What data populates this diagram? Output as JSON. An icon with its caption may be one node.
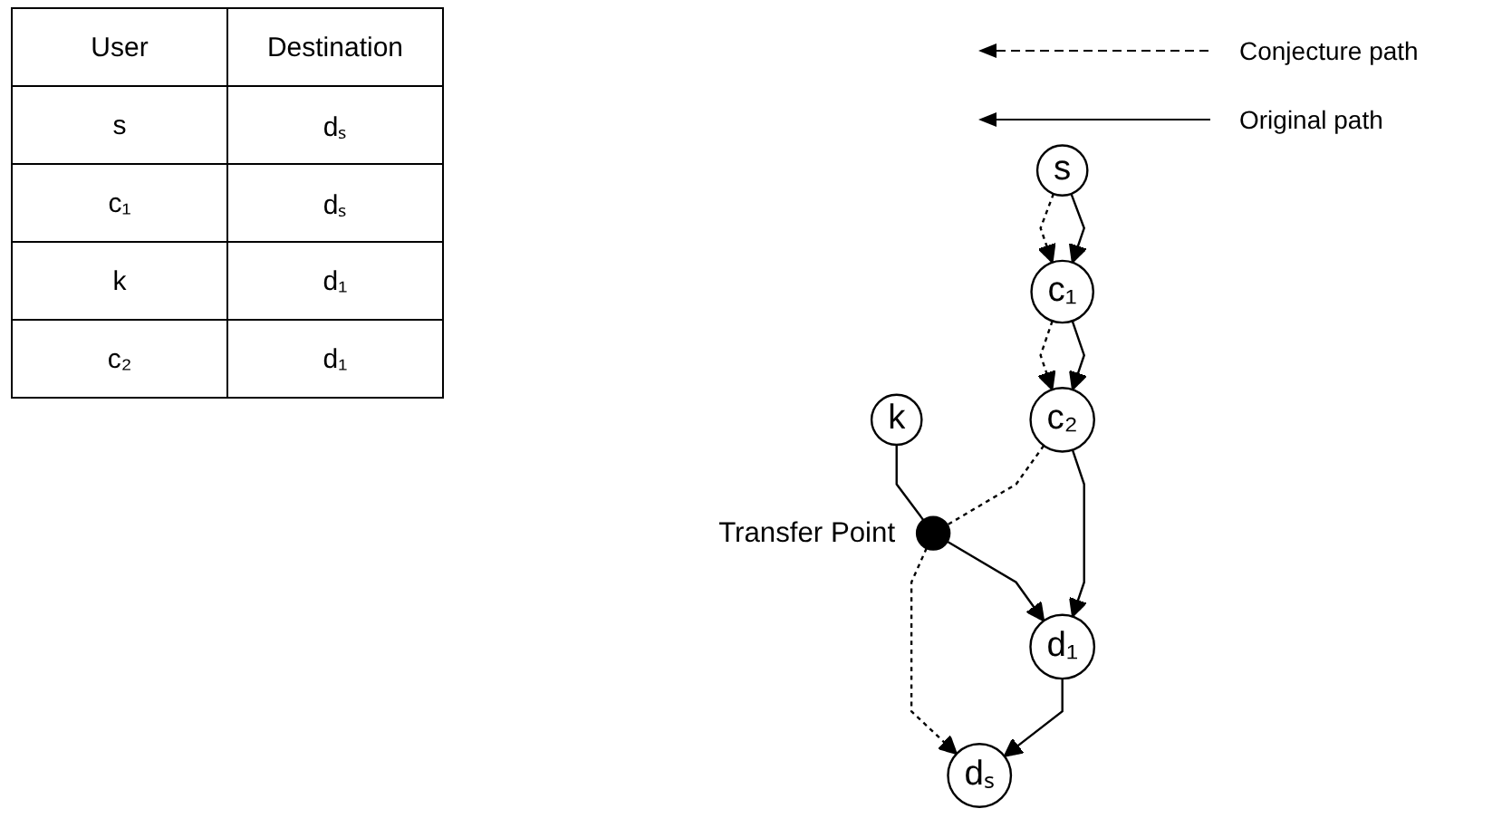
{
  "diagram": {
    "nodes": [
      {
        "text": [
          "k"
        ]
      },
      {
        "text": [
          "s"
        ]
      },
      {
        "text": [
          "c₁"
        ]
      },
      {
        "text": [],
        "shape": "circle",
        "beside": [
          "Transfer Point"
        ]
      },
      {
        "text": [
          "dₛ"
        ]
      },
      {
        "text": [
          "c₂"
        ]
      },
      {
        "text": [
          "d₁"
        ]
      }
    ],
    "edges": [
      {
        "from": 0,
        "to": 3,
        "arrow": "none"
      },
      {
        "from": 3,
        "to": 6,
        "arrow": "to"
      },
      {
        "from": 1,
        "to": 2,
        "arrow": "to",
        "style": "dashed"
      },
      {
        "from": 1,
        "to": 2,
        "arrow": "to"
      },
      {
        "from": 2,
        "to": 5,
        "arrow": "to",
        "style": "dashed"
      },
      {
        "from": 2,
        "to": 5,
        "arrow": "to"
      },
      {
        "from": 5,
        "to": 3,
        "arrow": "none",
        "style": "dashed"
      },
      {
        "from": 3,
        "to": 4,
        "arrow": "to",
        "style": "dashed"
      },
      {
        "from": 5,
        "to": 6,
        "arrow": "to"
      },
      {
        "from": 6,
        "to": 4,
        "arrow": "to"
      }
    ],
    "labels": [
      "User",
      "Destination",
      "s",
      "dₛ",
      "c₁",
      "dₛ",
      "k",
      "d₁",
      "c₂",
      "d₁"
    ],
    "legend": [
      {
        "text": "Conjecture path"
      },
      {
        "text": "Original path"
      }
    ]
  }
}
